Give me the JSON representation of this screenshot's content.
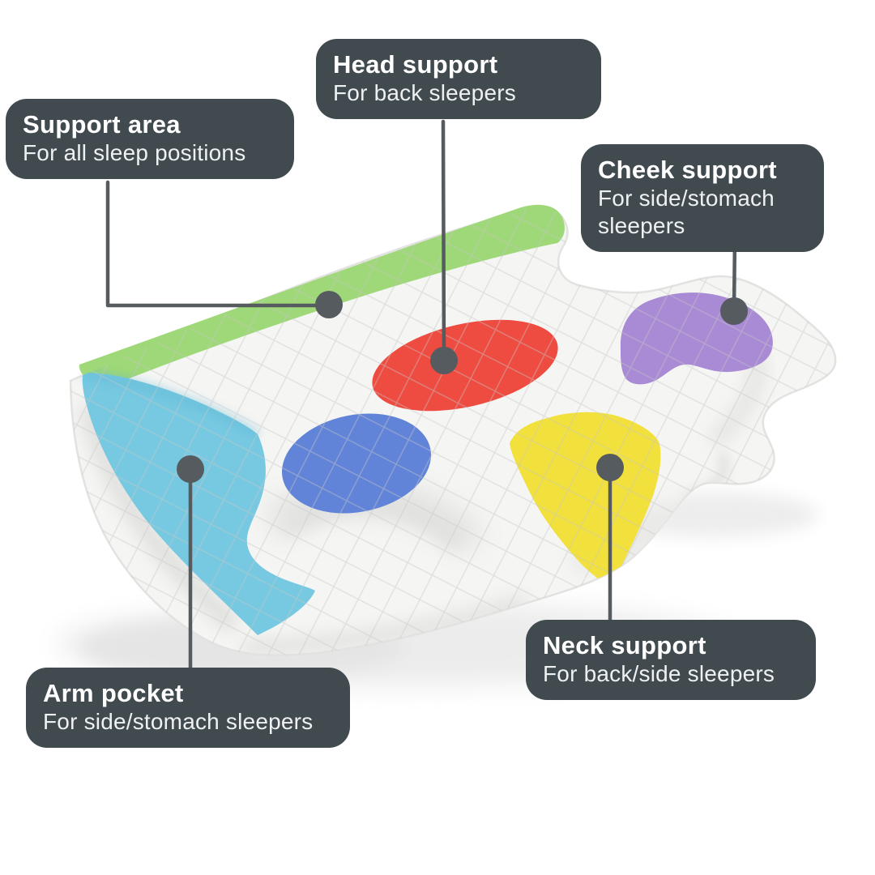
{
  "title": "Ergonomic pillow support zones infographic",
  "callouts": {
    "support_area": {
      "title": "Support area",
      "subtitle": "For all sleep positions"
    },
    "head": {
      "title": "Head support",
      "subtitle": "For back sleepers"
    },
    "cheek": {
      "title": "Cheek support",
      "subtitle": "For side/stomach sleepers"
    },
    "neck": {
      "title": "Neck support",
      "subtitle": "For back/side sleepers"
    },
    "arm": {
      "title": "Arm pocket",
      "subtitle": "For side/stomach sleepers"
    }
  },
  "zones": {
    "top_band": {
      "color": "#9ed878",
      "callout": "support_area"
    },
    "head_oval": {
      "color": "#ee4b41",
      "callout": "head"
    },
    "center_oval": {
      "color": "#6184d8",
      "callout": null
    },
    "neck_blob": {
      "color": "#f2e03c",
      "callout": "neck"
    },
    "cheek_blob": {
      "color": "#a98ad5",
      "callout": "cheek"
    },
    "arm_pocket": {
      "color": "#77c9e1",
      "callout": "arm"
    }
  },
  "colors": {
    "background": "#ffffff",
    "callout_bg": "#414a4f",
    "callout_title": "#ffffff",
    "callout_subtitle": "#eef1f2",
    "connector": "#565b5f",
    "pillow": "#f5f5f3"
  }
}
